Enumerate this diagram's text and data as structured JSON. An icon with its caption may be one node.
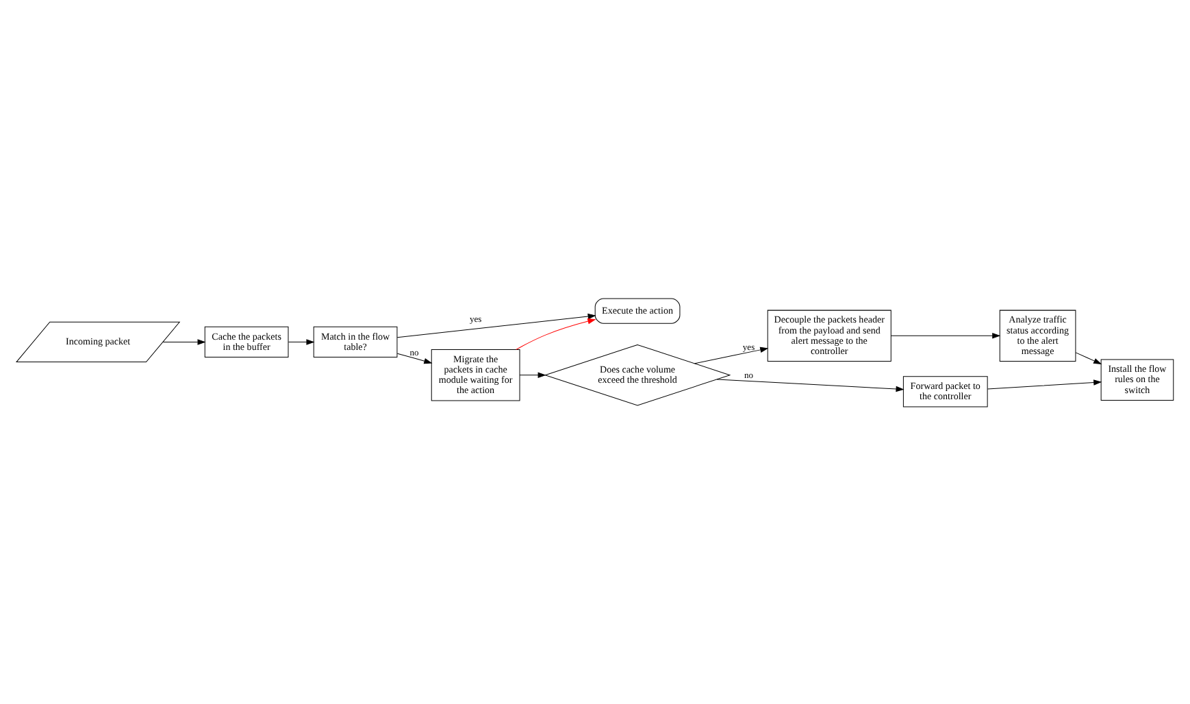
{
  "diagram": {
    "nodes": [
      {
        "text": [
          "Incoming packet"
        ]
      },
      {
        "text": [
          "Cache the packets in the buffer"
        ]
      },
      {
        "text": [
          "Match in the flow table?"
        ]
      },
      {
        "text": [
          "Execute the action"
        ]
      },
      {
        "text": [
          "Migrate the packets in cache module waiting for the action"
        ]
      },
      {
        "text": [
          "Does cache volume exceed the threshold"
        ]
      },
      {
        "text": [
          "Decouple the packets header from the payload and send alert message to the controller"
        ]
      },
      {
        "text": [
          "Analyze traffic status according to the alert message"
        ]
      },
      {
        "text": [
          "Forward packet to the controller"
        ]
      },
      {
        "text": [
          "Install the flow rules on the switch"
        ]
      }
    ],
    "edges": [
      {
        "from": 0,
        "to": 1,
        "arrow": "to"
      },
      {
        "from": 1,
        "to": 2,
        "arrow": "to"
      },
      {
        "from": 2,
        "to": 3,
        "arrow": "to",
        "label": "yes"
      },
      {
        "from": 2,
        "to": 4,
        "arrow": "to",
        "label": "no"
      },
      {
        "from": 4,
        "to": 3,
        "arrow": "to",
        "color": "#ff0000"
      },
      {
        "from": 4,
        "to": 5,
        "arrow": "to"
      },
      {
        "from": 5,
        "to": 6,
        "arrow": "to",
        "label": "yes"
      },
      {
        "from": 6,
        "to": 7,
        "arrow": "to"
      },
      {
        "from": 5,
        "to": 8,
        "arrow": "to",
        "label": "no"
      },
      {
        "from": 8,
        "to": 9,
        "arrow": "to"
      },
      {
        "from": 7,
        "to": 9,
        "arrow": "to"
      }
    ]
  }
}
